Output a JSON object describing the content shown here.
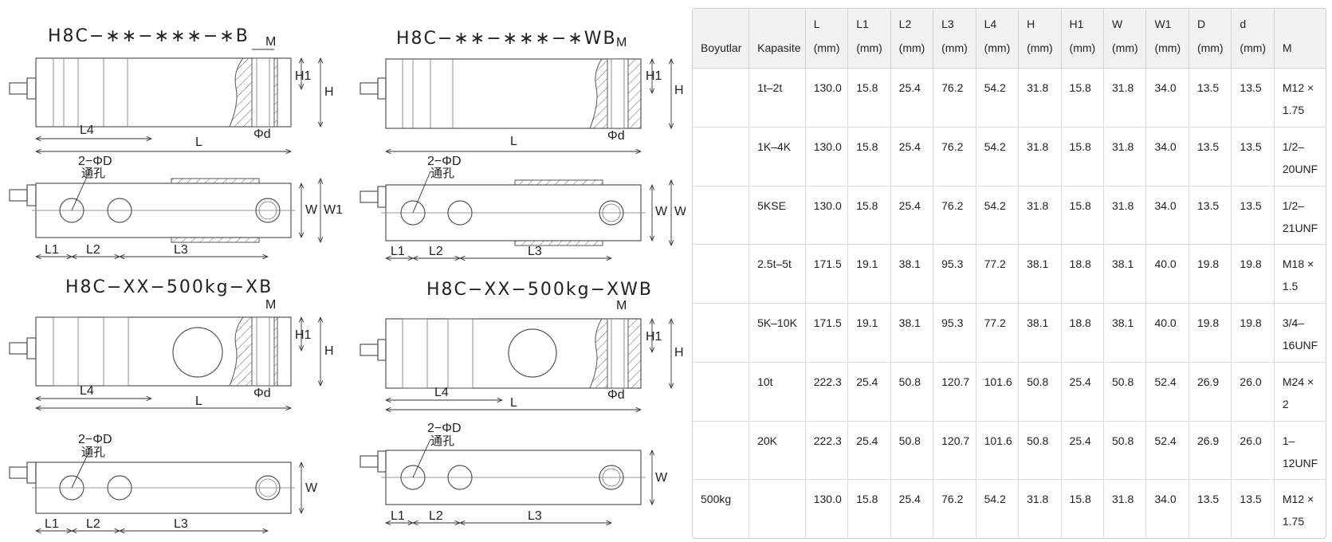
{
  "drawings": {
    "titles": [
      "H8C−∗∗−∗∗∗−∗B",
      "H8C−∗∗−∗∗∗−∗WB",
      "H8C−XX−500kg−XB",
      "H8C−XX−500kg−XWB"
    ],
    "labels": {
      "M": "M",
      "H1": "H1",
      "H": "H",
      "L4": "L4",
      "L": "L",
      "d": "Φd",
      "D": "2−ΦD",
      "hole": "通孔",
      "W": "W",
      "W1": "W1",
      "L1": "L1",
      "L2": "L2",
      "L3": "L3"
    }
  },
  "table": {
    "headers": [
      {
        "name": "Boyutlar",
        "unit": ""
      },
      {
        "name": "Kapasite",
        "unit": ""
      },
      {
        "name": "L",
        "unit": "(mm)"
      },
      {
        "name": "L1",
        "unit": "(mm)"
      },
      {
        "name": "L2",
        "unit": "(mm)"
      },
      {
        "name": "L3",
        "unit": "(mm)"
      },
      {
        "name": "L4",
        "unit": "(mm)"
      },
      {
        "name": "H",
        "unit": "(mm)"
      },
      {
        "name": "H1",
        "unit": "(mm)"
      },
      {
        "name": "W",
        "unit": "(mm)"
      },
      {
        "name": "W1",
        "unit": "(mm)"
      },
      {
        "name": "D",
        "unit": "(mm)"
      },
      {
        "name": "d",
        "unit": "(mm)"
      },
      {
        "name": "M",
        "unit": ""
      }
    ],
    "rows": [
      [
        "",
        "1t–2t",
        "130.0",
        "15.8",
        "25.4",
        "76.2",
        "54.2",
        "31.8",
        "15.8",
        "31.8",
        "34.0",
        "13.5",
        "13.5",
        "M12 × 1.75"
      ],
      [
        "",
        "1K–4K",
        "130.0",
        "15.8",
        "25.4",
        "76.2",
        "54.2",
        "31.8",
        "15.8",
        "31.8",
        "34.0",
        "13.5",
        "13.5",
        "1/2–20UNF"
      ],
      [
        "",
        "5KSE",
        "130.0",
        "15.8",
        "25.4",
        "76.2",
        "54.2",
        "31.8",
        "15.8",
        "31.8",
        "34.0",
        "13.5",
        "13.5",
        "1/2–21UNF"
      ],
      [
        "",
        "2.5t–5t",
        "171.5",
        "19.1",
        "38.1",
        "95.3",
        "77.2",
        "38.1",
        "18.8",
        "38.1",
        "40.0",
        "19.8",
        "19.8",
        "M18 × 1.5"
      ],
      [
        "",
        "5K–10K",
        "171.5",
        "19.1",
        "38.1",
        "95.3",
        "77.2",
        "38.1",
        "18.8",
        "38.1",
        "40.0",
        "19.8",
        "19.8",
        "3/4–16UNF"
      ],
      [
        "",
        "10t",
        "222.3",
        "25.4",
        "50.8",
        "120.7",
        "101.6",
        "50.8",
        "25.4",
        "50.8",
        "52.4",
        "26.9",
        "26.0",
        "M24 × 2"
      ],
      [
        "",
        "20K",
        "222.3",
        "25.4",
        "50.8",
        "120.7",
        "101.6",
        "50.8",
        "25.4",
        "50.8",
        "52.4",
        "26.9",
        "26.0",
        "1–12UNF"
      ],
      [
        "500kg",
        "",
        "130.0",
        "15.8",
        "25.4",
        "76.2",
        "54.2",
        "31.8",
        "15.8",
        "31.8",
        "34.0",
        "13.5",
        "13.5",
        "M12 × 1.75"
      ]
    ]
  }
}
